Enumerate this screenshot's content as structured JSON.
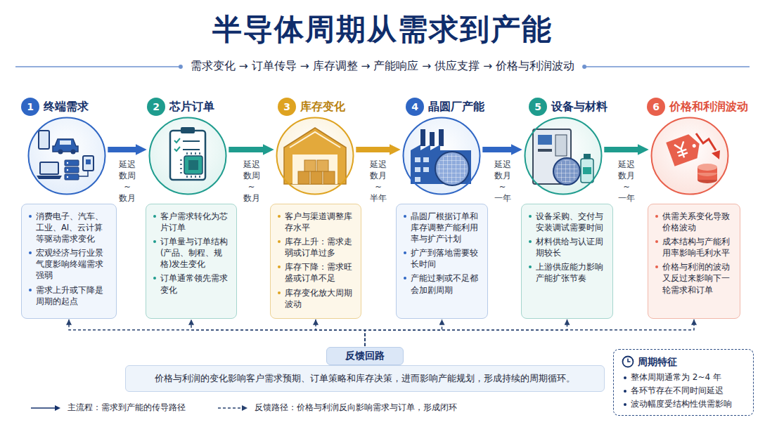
{
  "diagram": {
    "title": "半导体周期从需求到产能",
    "nodes": [
      {
        "text": [
          "1"
        ]
      },
      {
        "text": [
          "终端需求"
        ]
      },
      {
        "text": [
          "消费电子、汽车、工业、AI、云计算等驱动需求变化",
          "宏观经济与行业景气度影响终端需求强弱",
          "需求上升或下降是周期的起点"
        ]
      },
      {
        "text": [
          "2"
        ]
      },
      {
        "text": [
          "芯片订单"
        ]
      },
      {
        "text": [
          "客户需求转化为芯片订单",
          "订单量与订单结构(产品、制程、规格)发生变化",
          "订单通常领先需求变化"
        ]
      },
      {
        "text": [
          "3"
        ]
      },
      {
        "text": [
          "库存变化"
        ]
      },
      {
        "text": [
          "客户与渠道调整库存水平",
          "库存上升：需求走弱或订单过多",
          "库存下降：需求旺盛或订单不足",
          "库存变化放大周期波动"
        ]
      },
      {
        "text": [
          "4"
        ]
      },
      {
        "text": [
          "晶圆厂产能"
        ]
      },
      {
        "text": [
          "晶圆厂根据订单和库存调整产能利用率与扩产计划",
          "扩产到落地需要较长时间",
          "产能过剩或不足都会加剧周期"
        ]
      },
      {
        "text": [
          "5"
        ]
      },
      {
        "text": [
          "设备与材料"
        ]
      },
      {
        "text": [
          "设备采购、交付与安装调试需要时间",
          "材料供给与认证周期较长",
          "上游供应能力影响产能扩张节奏"
        ]
      },
      {
        "text": [
          "6"
        ]
      },
      {
        "text": [
          "价格和利润波动"
        ]
      },
      {
        "text": [
          "供需关系变化导致价格波动",
          "成本结构与产能利用率影响毛利水平",
          "价格与利润的波动又反过来影响下一轮需求和订单"
        ]
      },
      {
        "text": [
          "反馈回路",
          "价格与利润的变化影响客户需求预期、订单策略和库存决策，进而影响产能规划，形成持续的周期循环。"
        ]
      },
      {
        "text": [
          "周期特征",
          "整体周期通常为 2~4 年",
          "各环节存在不同时间延迟",
          "波动幅度受结构性供需影响"
        ]
      }
    ],
    "edges": [
      {
        "from": 1,
        "to": 4,
        "arrow": "to",
        "label": "延迟 数周~数月"
      },
      {
        "from": 4,
        "to": 7,
        "arrow": "to",
        "label": "延迟 数周~数月"
      },
      {
        "from": 7,
        "to": 10,
        "arrow": "to",
        "label": "延迟 数月~半年"
      },
      {
        "from": 10,
        "to": 13,
        "arrow": "to",
        "label": "延迟 数月~一年"
      },
      {
        "from": 13,
        "to": 16,
        "arrow": "to",
        "label": "延迟 数月~一年"
      },
      {
        "from": 18,
        "to": 2,
        "arrow": "to"
      },
      {
        "from": 18,
        "to": 5,
        "arrow": "to"
      },
      {
        "from": 18,
        "to": 8,
        "arrow": "to"
      },
      {
        "from": 18,
        "to": 11,
        "arrow": "to"
      },
      {
        "from": 18,
        "to": 14,
        "arrow": "to"
      },
      {
        "from": 18,
        "to": 17,
        "arrow": "to"
      }
    ],
    "labels": [
      "需求变化 → 订单传导 → 库存调整 → 产能响应 → 供应支撑 → 价格与利润波动"
    ],
    "legend": [
      {
        "text": "主流程：需求到产能的传导路径"
      },
      {
        "text": "反馈路径：价格与利润反向影响需求与订单，形成闭环"
      }
    ]
  }
}
